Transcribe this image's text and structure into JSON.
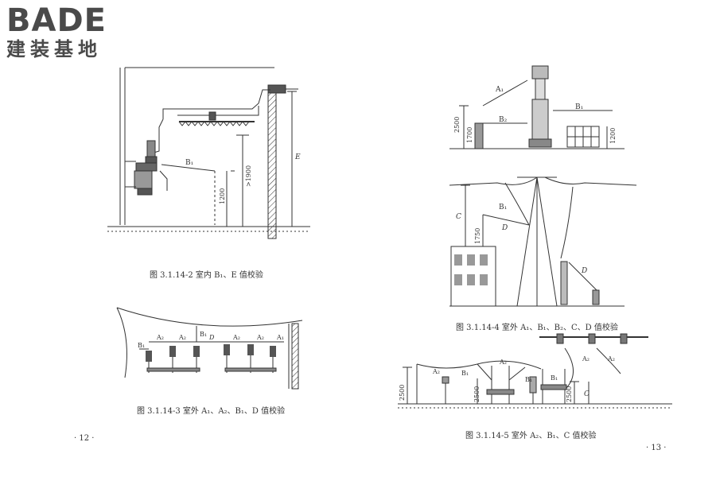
{
  "logo": {
    "text": "BADE",
    "subtitle": "建装基地"
  },
  "figures": [
    {
      "caption": "图 3.1.14-2  室内 B₁、E 值校验",
      "labels": {
        "b1": "B₁",
        "h1200": "1200",
        "h1900": ">1900",
        "e": "E"
      }
    },
    {
      "caption": "图 3.1.14-3  室外 A₁、A₂、B₁、D 值校验",
      "labels": {
        "b1": "B₁",
        "a2a": "A₂",
        "a2b": "A₂",
        "b1v": "B₁",
        "d": "D",
        "a2c": "A₂",
        "a2d": "A₂",
        "a1": "A₁"
      }
    },
    {
      "caption": "图 3.1.14-4  室外 A₁、B₁、B₂、C、D 值校验",
      "labels": {
        "a1": "A₁",
        "b1": "B₁",
        "b2": "B₂",
        "h2500": "2500",
        "h1700": "1700",
        "h1200": "1200",
        "c": "C",
        "b1b": "B₁",
        "d": "D",
        "h1750": "1750",
        "d2": "D"
      }
    },
    {
      "caption": "图 3.1.14-5  室外 A₂、B₁、C 值校验",
      "labels": {
        "a2": "A₂",
        "b1": "B₁",
        "a2b": "A₂",
        "b1b": "B₁",
        "h2500a": "2500",
        "h2500b": "2500",
        "h2500c": "2500",
        "b1c": "B₁",
        "c": "C",
        "a2c": "A₂",
        "a2d": "A₂"
      }
    }
  ],
  "page_numbers": {
    "left": "· 12 ·",
    "right": "· 13 ·"
  }
}
